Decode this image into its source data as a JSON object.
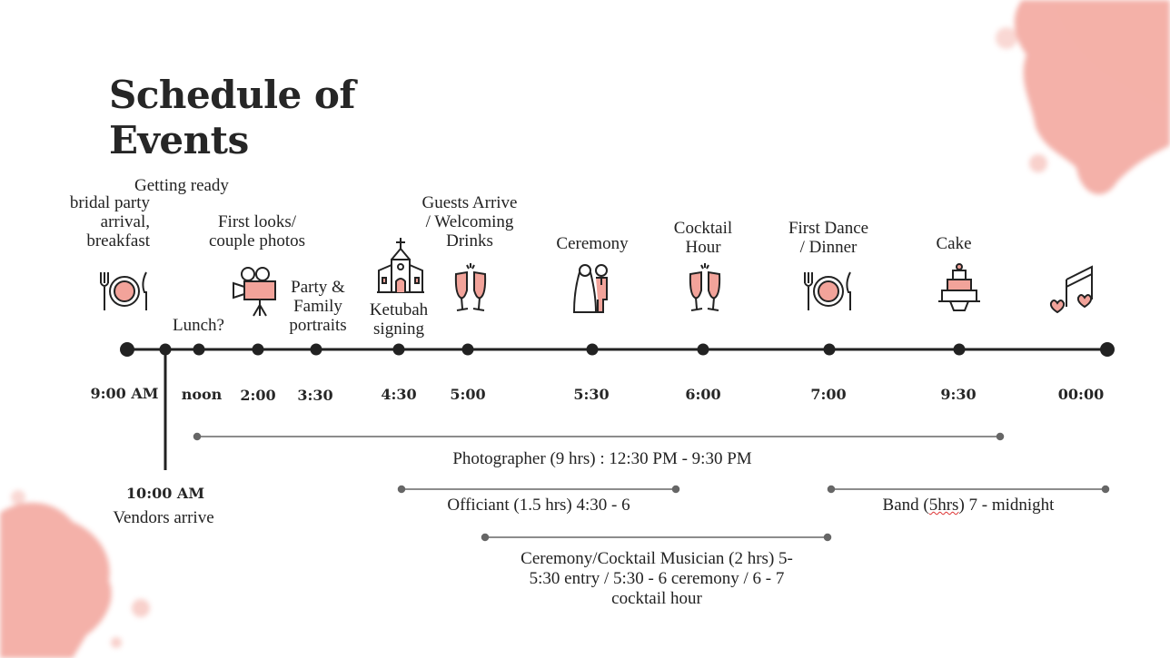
{
  "slide": {
    "title": "Schedule of Events",
    "colors": {
      "accent": "#f2a39a",
      "ink": "#222222",
      "range": "#666666"
    }
  },
  "events": {
    "getting_ready_head": "Getting ready",
    "bridal_party": [
      "bridal party",
      "arrival,",
      "breakfast"
    ],
    "first_looks": [
      "First looks/",
      "couple photos"
    ],
    "lunch": "Lunch?",
    "party_family": [
      "Party &",
      "Family",
      "portraits"
    ],
    "ketubah": [
      "Ketubah",
      "signing"
    ],
    "guests_arrive": [
      "Guests Arrive",
      "/ Welcoming",
      "Drinks"
    ],
    "ceremony": "Ceremony",
    "cocktail": [
      "Cocktail",
      "Hour"
    ],
    "first_dance": [
      "First Dance",
      "/ Dinner"
    ],
    "cake": "Cake"
  },
  "icons": [
    "plate-cutlery-icon",
    "movie-camera-icon",
    "chapel-icon",
    "champagne-glasses-icon",
    "bride-groom-icon",
    "champagne-glasses-icon",
    "plate-cutlery-icon",
    "wedding-cake-icon",
    "music-note-icon"
  ],
  "times": {
    "t900": "9:00 AM",
    "noon": "noon",
    "t200": "2:00",
    "t330": "3:30",
    "t430": "4:30",
    "t500": "5:00",
    "t530": "5:30",
    "t600": "6:00",
    "t700": "7:00",
    "t930": "9:30",
    "t000": "00:00"
  },
  "vendors": {
    "time": "10:00 AM",
    "label": "Vendors arrive"
  },
  "ranges": {
    "photographer": "Photographer (9 hrs) : 12:30 PM - 9:30 PM",
    "officiant": "Officiant (1.5 hrs) 4:30 - 6",
    "band_pre": "Band (",
    "band_mid": "5hrs",
    "band_post": ") 7 - midnight",
    "musician": [
      "Ceremony/Cocktail Musician (2 hrs) 5-",
      "5:30 entry / 5:30 - 6 ceremony / 6 - 7",
      "cocktail hour"
    ]
  }
}
